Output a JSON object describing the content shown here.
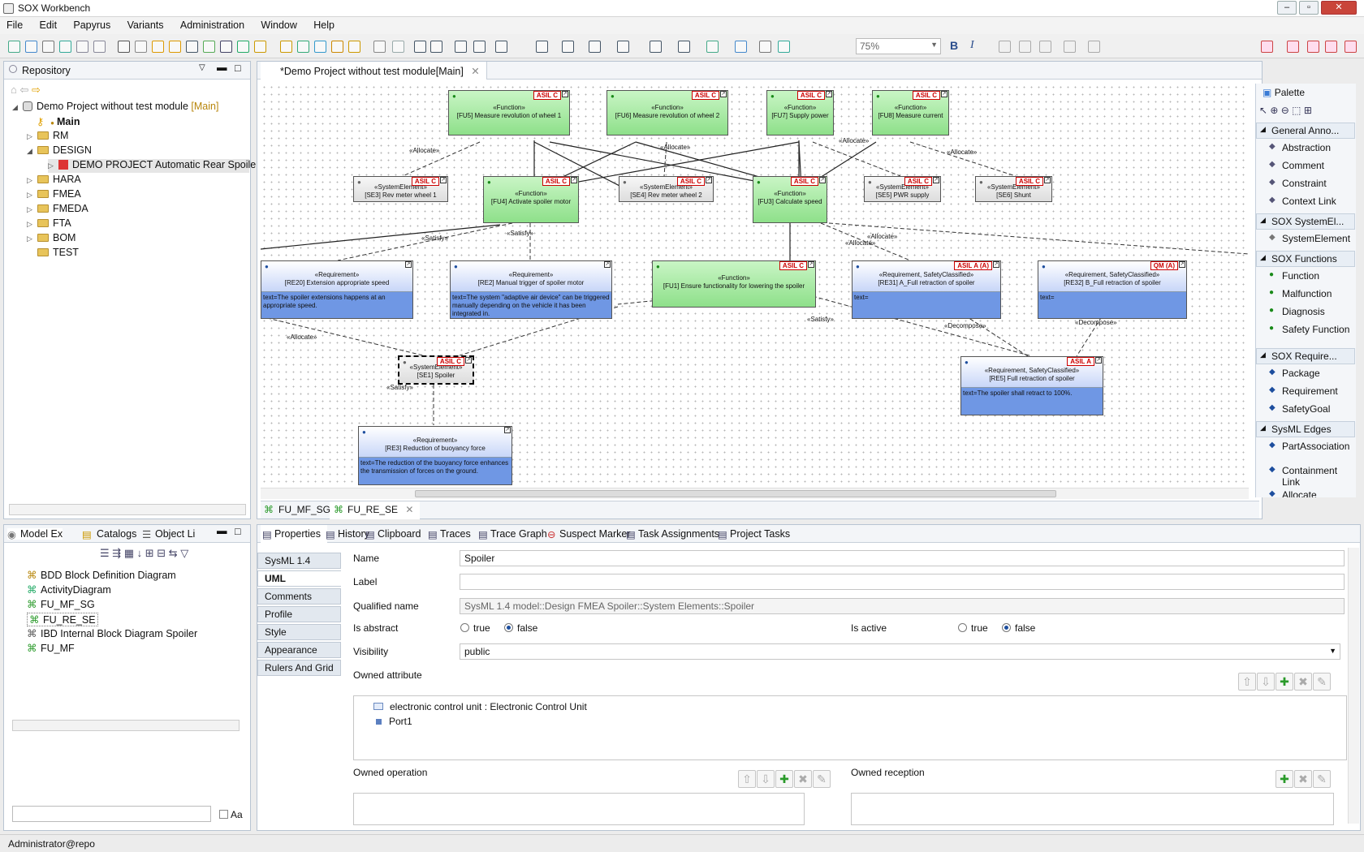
{
  "window": {
    "title": "SOX Workbench"
  },
  "menu": [
    "File",
    "Edit",
    "Papyrus",
    "Variants",
    "Administration",
    "Window",
    "Help"
  ],
  "toolbar": {
    "zoom": "75%"
  },
  "repository": {
    "title": "Repository",
    "root": "Demo Project without test module",
    "root_branch": "[Main]",
    "items": [
      "Main",
      "RM",
      "DESIGN",
      "DEMO PROJECT Automatic Rear Spoiler",
      "HARA",
      "FMEA",
      "FMEDA",
      "FTA",
      "BOM",
      "TEST"
    ]
  },
  "editor": {
    "tab": "*Demo Project without test module[Main]",
    "bottom_tabs": [
      "FU_MF_SG",
      "FU_RE_SE"
    ]
  },
  "diagram": {
    "fn5": {
      "st": "«Function»",
      "name": "[FU5] Measure revolution of wheel 1",
      "asil": "ASIL C"
    },
    "fn6": {
      "st": "«Function»",
      "name": "[FU6] Measure revolution of wheel 2",
      "asil": "ASIL C"
    },
    "fn7": {
      "st": "«Function»",
      "name": "[FU7] Supply power",
      "asil": "ASIL C"
    },
    "fn8": {
      "st": "«Function»",
      "name": "[FU8] Measure current",
      "asil": "ASIL C"
    },
    "fn4": {
      "st": "«Function»",
      "name": "[FU4] Activate spoiler motor",
      "asil": "ASIL C"
    },
    "fn3": {
      "st": "«Function»",
      "name": "[FU3] Calculate speed",
      "asil": "ASIL C"
    },
    "fn1": {
      "st": "«Function»",
      "name": "[FU1] Ensure functionality for lowering the spoiler",
      "asil": "ASIL C"
    },
    "se3": {
      "st": "«SystemElement»",
      "name": "[SE3] Rev meter wheel 1",
      "asil": "ASIL C"
    },
    "se4": {
      "st": "«SystemElement»",
      "name": "[SE4] Rev meter wheel 2",
      "asil": "ASIL C"
    },
    "se5": {
      "st": "«SystemElement»",
      "name": "[SE5] PWR supply",
      "asil": "ASIL C"
    },
    "se6": {
      "st": "«SystemElement»",
      "name": "[SE6] Shunt",
      "asil": "ASIL C"
    },
    "se1": {
      "st": "«SystemElement»",
      "name": "[SE1] Spoiler",
      "asil": "ASIL C"
    },
    "re20": {
      "st": "«Requirement»",
      "name": "[RE20] Extension appropriate speed",
      "text": "text=The spoiler extensions happens at an appropriate speed."
    },
    "re2": {
      "st": "«Requirement»",
      "name": "[RE2] Manual trigger of spoiler motor",
      "text": "text=The system \"adaptive air device\" can be triggered manually depending on the vehicle it has been integrated in."
    },
    "re31": {
      "st": "«Requirement, SafetyClassified»",
      "name": "[RE31] A_Full retraction of spoiler",
      "text": "text=",
      "asil": "ASIL A (A)"
    },
    "re32": {
      "st": "«Requirement, SafetyClassified»",
      "name": "[RE32] B_Full retraction of spoiler",
      "text": "text=",
      "asil": "QM (A)"
    },
    "re5": {
      "st": "«Requirement, SafetyClassified»",
      "name": "[RE5] Full retraction of spoiler",
      "text": "text=The spoiler shall retract to 100%.",
      "asil": "ASIL A"
    },
    "re3": {
      "st": "«Requirement»",
      "name": "[RE3] Reduction of buoyancy force",
      "text": "text=The reduction of the buoyancy force enhances the transmission of forces on the ground."
    },
    "edge_allocate": "«Allocate»",
    "edge_satisfy": "«Satisfy»",
    "edge_decompose": "«Decompose»"
  },
  "palette": {
    "title": "Palette",
    "sections": [
      {
        "name": "General Anno...",
        "items": [
          "Abstraction",
          "Comment",
          "Constraint",
          "Context Link"
        ]
      },
      {
        "name": "SOX SystemEl...",
        "items": [
          "SystemElement"
        ]
      },
      {
        "name": "SOX Functions",
        "items": [
          "Function",
          "Malfunction",
          "Diagnosis",
          "Safety Function"
        ]
      },
      {
        "name": "SOX Require...",
        "items": [
          "Package",
          "Requirement",
          "SafetyGoal"
        ]
      },
      {
        "name": "SysML Edges",
        "items": [
          "PartAssociation",
          "Containment Link",
          "Allocate"
        ]
      }
    ]
  },
  "model_explorer": {
    "tabs": [
      "Model Ex",
      "Catalogs",
      "Object Li"
    ],
    "items": [
      "BDD Block Definition Diagram",
      "ActivityDiagram",
      "FU_MF_SG",
      "FU_RE_SE",
      "IBD Internal Block Diagram Spoiler",
      "FU_MF"
    ],
    "filter_label": "Aa"
  },
  "properties": {
    "tabs": [
      "Properties",
      "History",
      "Clipboard",
      "Traces",
      "Trace Graph",
      "Suspect Marker",
      "Task Assignments",
      "Project Tasks"
    ],
    "side_tabs": [
      "SysML 1.4",
      "UML",
      "Comments",
      "Profile",
      "Style",
      "Appearance",
      "Rulers And Grid"
    ],
    "name_label": "Name",
    "name": "Spoiler",
    "label_label": "Label",
    "label": "",
    "qname_label": "Qualified name",
    "qname": "SysML 1.4 model::Design FMEA Spoiler::System Elements::Spoiler",
    "abstract_label": "Is abstract",
    "active_label": "Is active",
    "true": "true",
    "false": "false",
    "visibility_label": "Visibility",
    "visibility": "public",
    "owned_attr_label": "Owned attribute",
    "attributes": [
      "electronic control unit : Electronic Control Unit",
      "Port1"
    ],
    "owned_op_label": "Owned operation",
    "owned_rec_label": "Owned reception"
  },
  "status": {
    "user": "Administrator@repo"
  }
}
